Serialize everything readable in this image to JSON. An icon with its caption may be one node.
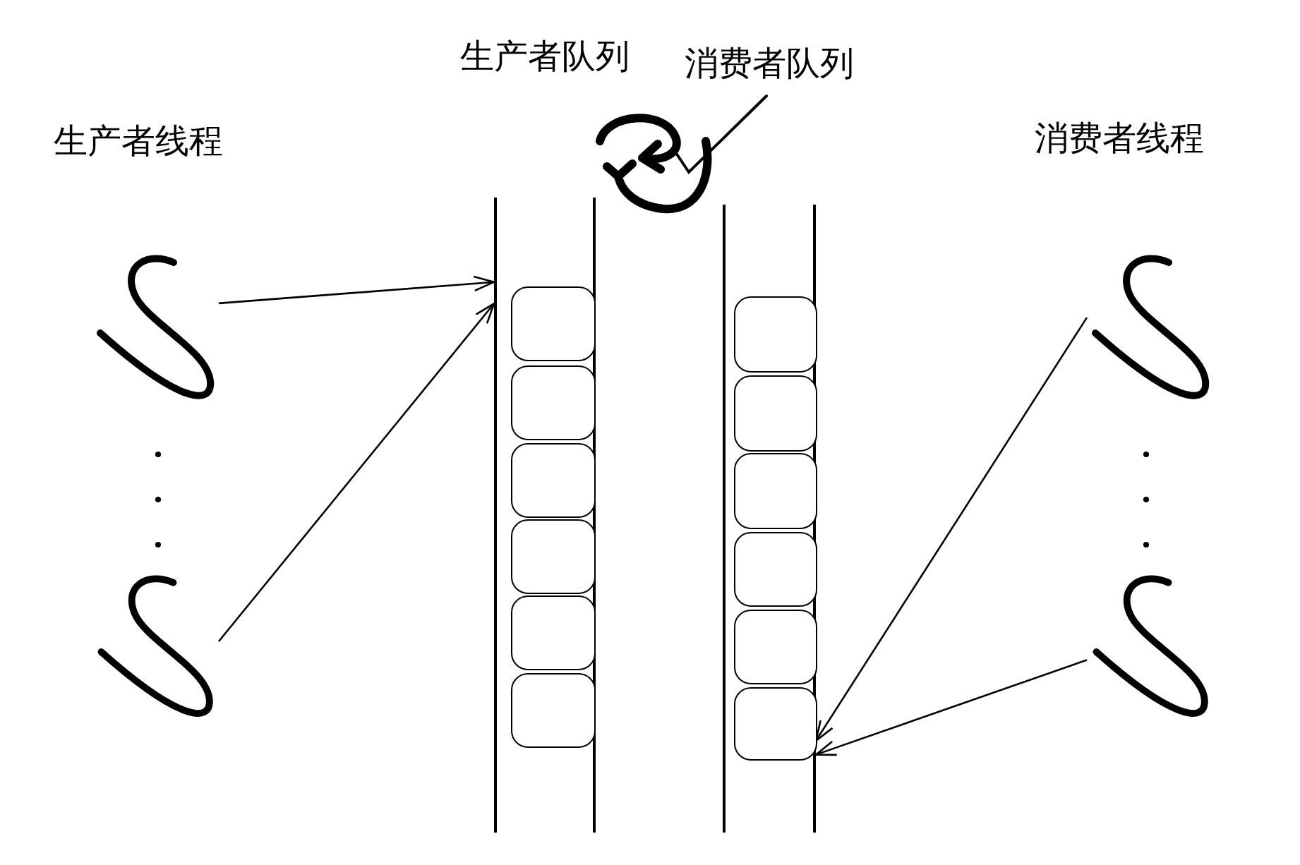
{
  "diagram": {
    "nodes": [
      {
        "text": [
          "生产者队列"
        ]
      },
      {
        "text": [],
        "shape": "box",
        "in": 0
      },
      {
        "text": [],
        "shape": "box",
        "in": 0
      },
      {
        "text": [],
        "shape": "box",
        "in": 0
      },
      {
        "text": [],
        "shape": "box",
        "in": 0
      },
      {
        "text": [],
        "shape": "box",
        "in": 0
      },
      {
        "text": [],
        "shape": "box",
        "in": 0
      },
      {
        "text": [
          "消费者队列"
        ]
      },
      {
        "text": [],
        "shape": "box",
        "in": 7
      },
      {
        "text": [],
        "shape": "box",
        "in": 7
      },
      {
        "text": [],
        "shape": "box",
        "in": 7
      },
      {
        "text": [],
        "shape": "box",
        "in": 7
      },
      {
        "text": [],
        "shape": "box",
        "in": 7
      },
      {
        "text": [],
        "shape": "box",
        "in": 7
      },
      {
        "text": [],
        "shape": "picture"
      },
      {
        "text": [],
        "shape": "picture"
      },
      {
        "text": [],
        "shape": "picture"
      },
      {
        "text": [],
        "shape": "picture"
      }
    ],
    "edges": [
      {
        "from": 14,
        "to": 0,
        "arrow": "to"
      },
      {
        "from": 15,
        "to": 0,
        "arrow": "to"
      },
      {
        "from": 16,
        "to": 7,
        "arrow": "to"
      },
      {
        "from": 17,
        "to": 7,
        "arrow": "to"
      }
    ],
    "labels": [
      "生产者线程",
      "消费者线程"
    ]
  }
}
